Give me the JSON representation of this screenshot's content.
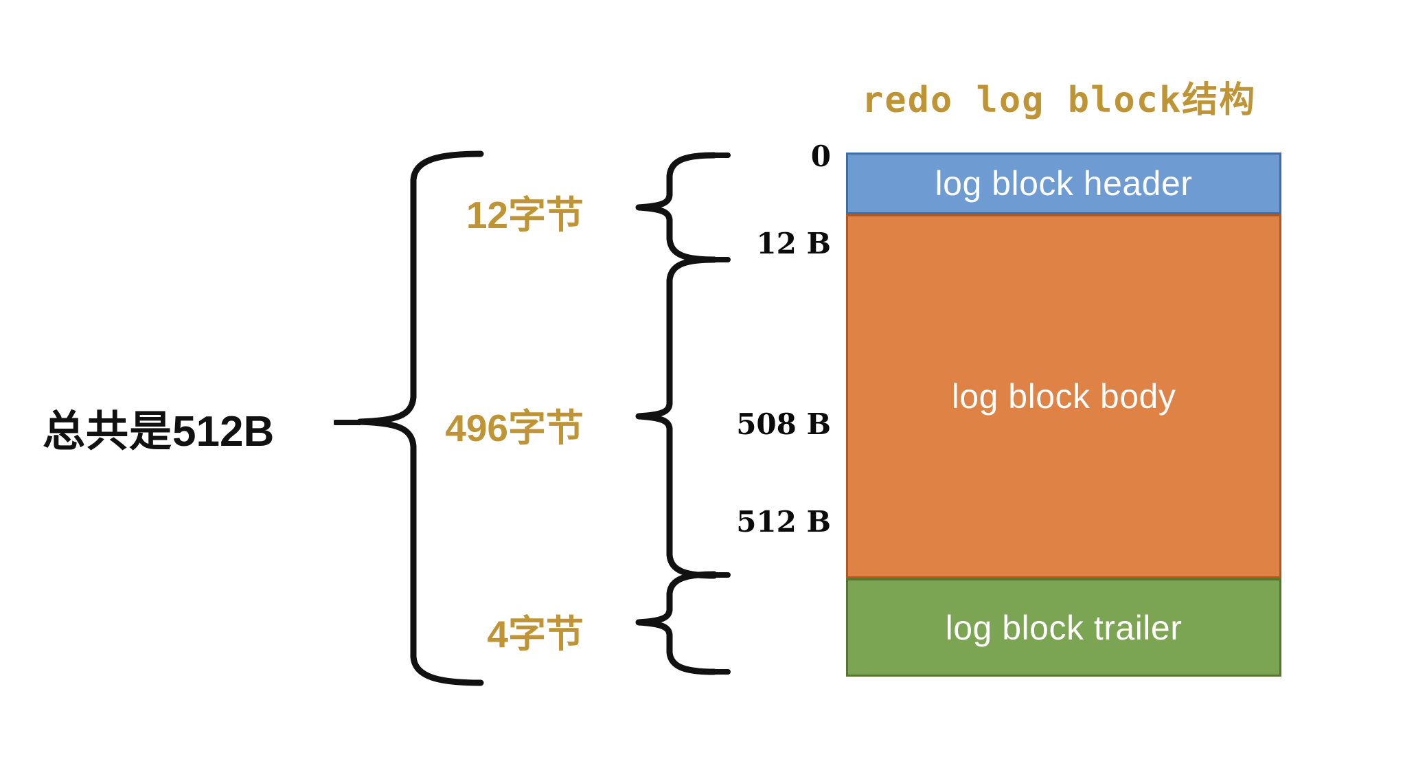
{
  "diagram": {
    "title": "redo log block结构",
    "total_label_cjk": "总共是",
    "total_label_value": "512B",
    "accent_color": "#BE9435",
    "text_color": "#111111"
  },
  "segments": [
    {
      "name": "log-block-header",
      "block_label": "log block header",
      "size_label": "12字节",
      "size_bytes": 12,
      "offset_start": "0",
      "offset_end": "12 B",
      "fill": "#6E9BD1",
      "stroke": "#3D6FA3"
    },
    {
      "name": "log-block-body",
      "block_label": "log block body",
      "size_label": "496字节",
      "size_bytes": 496,
      "offset_start": "12 B",
      "offset_end": "508 B",
      "fill": "#DE8245",
      "stroke": "#B4571E"
    },
    {
      "name": "log-block-trailer",
      "block_label": "log block trailer",
      "size_label": "4字节",
      "size_bytes": 4,
      "offset_start": "508 B",
      "offset_end": "512 B",
      "fill": "#7CA553",
      "stroke": "#54762F"
    }
  ],
  "offsets": {
    "o0": "0",
    "o1": "12 B",
    "o2": "508 B",
    "o3": "512 B"
  },
  "sizes": {
    "s0": "12字节",
    "s1": "496字节",
    "s2": "4字节"
  },
  "blocks": {
    "b0": "log block header",
    "b1": "log block body",
    "b2": "log block trailer"
  }
}
